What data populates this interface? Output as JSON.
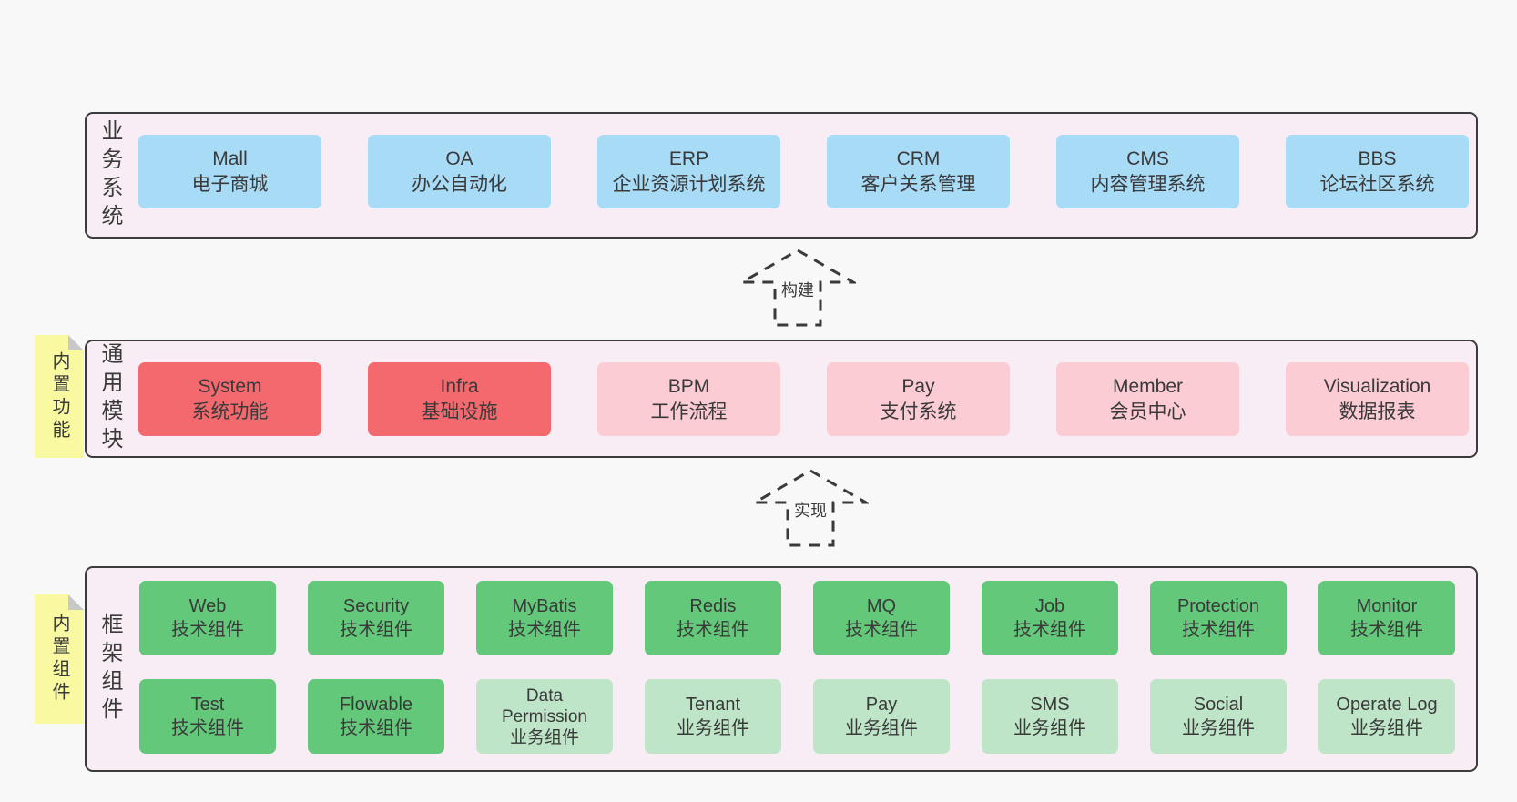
{
  "colors": {
    "page_bg": "#f8f8f8",
    "band_bg": "#f8edf5",
    "band_border": "#3c3c3c",
    "text": "#3a3a3a",
    "blue": "#a8dbf6",
    "red": "#f4696e",
    "pink": "#fbccd4",
    "green": "#63c87a",
    "green_light": "#bee5c7",
    "sticky_yellow": "#f8f9a1",
    "sticky_fold": "#c8c8c8"
  },
  "arrows": [
    {
      "label": "构建"
    },
    {
      "label": "实现"
    }
  ],
  "bands": [
    {
      "name": "business-systems",
      "side_label": "业务系统",
      "sticky": null,
      "rows": [
        [
          {
            "lines": [
              "Mall",
              "电子商城"
            ],
            "variant": "blue"
          },
          {
            "lines": [
              "OA",
              "办公自动化"
            ],
            "variant": "blue"
          },
          {
            "lines": [
              "ERP",
              "企业资源计划系统"
            ],
            "variant": "blue"
          },
          {
            "lines": [
              "CRM",
              "客户关系管理"
            ],
            "variant": "blue"
          },
          {
            "lines": [
              "CMS",
              "内容管理系统"
            ],
            "variant": "blue"
          },
          {
            "lines": [
              "BBS",
              "论坛社区系统"
            ],
            "variant": "blue"
          }
        ]
      ]
    },
    {
      "name": "common-modules",
      "side_label": "通用模块",
      "sticky": "内置功能",
      "rows": [
        [
          {
            "lines": [
              "System",
              "系统功能"
            ],
            "variant": "red"
          },
          {
            "lines": [
              "Infra",
              "基础设施"
            ],
            "variant": "red"
          },
          {
            "lines": [
              "BPM",
              "工作流程"
            ],
            "variant": "pink"
          },
          {
            "lines": [
              "Pay",
              "支付系统"
            ],
            "variant": "pink"
          },
          {
            "lines": [
              "Member",
              "会员中心"
            ],
            "variant": "pink"
          },
          {
            "lines": [
              "Visualization",
              "数据报表"
            ],
            "variant": "pink"
          }
        ]
      ]
    },
    {
      "name": "framework-components",
      "side_label": "框架组件",
      "sticky": "内置组件",
      "rows": [
        [
          {
            "lines": [
              "Web",
              "技术组件"
            ],
            "variant": "green"
          },
          {
            "lines": [
              "Security",
              "技术组件"
            ],
            "variant": "green"
          },
          {
            "lines": [
              "MyBatis",
              "技术组件"
            ],
            "variant": "green"
          },
          {
            "lines": [
              "Redis",
              "技术组件"
            ],
            "variant": "green"
          },
          {
            "lines": [
              "MQ",
              "技术组件"
            ],
            "variant": "green"
          },
          {
            "lines": [
              "Job",
              "技术组件"
            ],
            "variant": "green"
          },
          {
            "lines": [
              "Protection",
              "技术组件"
            ],
            "variant": "green"
          },
          {
            "lines": [
              "Monitor",
              "技术组件"
            ],
            "variant": "green"
          }
        ],
        [
          {
            "lines": [
              "Test",
              "技术组件"
            ],
            "variant": "green"
          },
          {
            "lines": [
              "Flowable",
              "技术组件"
            ],
            "variant": "green"
          },
          {
            "lines": [
              "Data",
              "Permission",
              "业务组件"
            ],
            "variant": "green-light"
          },
          {
            "lines": [
              "Tenant",
              "业务组件"
            ],
            "variant": "green-light"
          },
          {
            "lines": [
              "Pay",
              "业务组件"
            ],
            "variant": "green-light"
          },
          {
            "lines": [
              "SMS",
              "业务组件"
            ],
            "variant": "green-light"
          },
          {
            "lines": [
              "Social",
              "业务组件"
            ],
            "variant": "green-light"
          },
          {
            "lines": [
              "Operate Log",
              "业务组件"
            ],
            "variant": "green-light"
          }
        ]
      ]
    }
  ]
}
